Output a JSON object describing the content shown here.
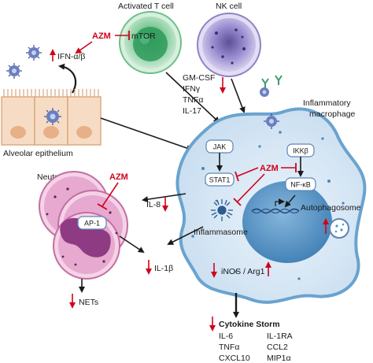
{
  "labels": {
    "t_cell": "Activated T cell",
    "nk_cell": "NK cell",
    "azm": "AZM",
    "mtor": "mTOR",
    "ifn": "IFN-α/β",
    "alveolar": "Alveolar epithelium",
    "gm_csf": "GM-CSF",
    "ifng": "IFNγ",
    "tnfa": "TNFα",
    "il17": "IL-17",
    "macrophage_line1": "Inflammatory",
    "macrophage_line2": "macrophage",
    "jak": "JAK",
    "ikkb": "IKKβ",
    "stat1": "STAT1",
    "nfkb": "NF-κB",
    "neutrophils": "Neutrophils",
    "ap1": "AP-1",
    "il8": "IL-8",
    "inflammasome": "Inflammasome",
    "autophagosome": "Autophagosome",
    "il1b": "IL-1β",
    "inos_arg1": "iNOS / Arg1",
    "nets": "NETs",
    "cytokine_storm": "Cytokine Storm",
    "cytokines_left": [
      "IL-6",
      "TNFα",
      "CXCL10"
    ],
    "cytokines_right": [
      "IL-1RA",
      "CCL2",
      "MIP1α"
    ]
  },
  "colors": {
    "inhibit_red": "#d0021b",
    "macrophage_fill": "#cfe3f3",
    "macrophage_stroke": "#6aa3cf",
    "nucleus_fill": "#5b97c6",
    "t_cell_fill": "#6dbf88",
    "nk_cell_fill": "#a79ad0",
    "neutrophil_fill": "#e7a9cf",
    "epithelium_fill": "#f6dcc4"
  }
}
